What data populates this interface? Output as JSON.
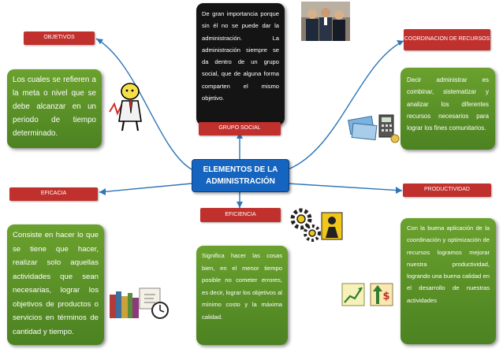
{
  "center": {
    "title": "ELEMENTOS DE LA\nADMINISTRACIÓN"
  },
  "branches": {
    "objetivos": {
      "label": "OBJETIVOS",
      "text": "Los cuales se refieren a la meta o nivel que se debe alcanzar en un periodo de tiempo determinado."
    },
    "eficacia": {
      "label": "EFICACIA",
      "text": "Consiste en hacer lo que se tiene que hacer, realizar solo aquellas actividades que sean necesarias, lograr los objetivos de productos o servicios en términos de cantidad y tiempo."
    },
    "grupo_social": {
      "label": "GRUPO SOCIAL",
      "text": "De gran importancia porque sin él no se puede dar la administración. La administración siempre se da dentro de un grupo social, que de alguna forma comparten el mismo objetivo."
    },
    "eficiencia": {
      "label": "EFICIENCIA",
      "text": "Significa hacer las cosas bien, en el menor tiempo posible no cometer errores, es decir, lograr los objetivos al mínimo costo y la máxima calidad."
    },
    "coordinacion": {
      "label": "COORDINACION DE RECURSOS",
      "text": "Decir administrar es combinar, sistematizar y analizar los diferentes recursos necesarios para lograr los fines comunitarios."
    },
    "productividad": {
      "label": "PRODUCTIVIDAD",
      "text": "Con la buena aplicación de la coordinación y optimización de recursos logramos mejorar nuestra productividad, logrando una buena calidad en el desarrollo de nuestras actividades"
    }
  },
  "colors": {
    "label_red": "#c0302d",
    "center_blue": "#1565c0",
    "box_green": "#5a9327",
    "box_dark": "#141414",
    "connector": "#2e75b6"
  },
  "illustrations": [
    "businessman-clipart",
    "business-meeting-photo",
    "money-calculator-clipart",
    "gears-worker-clipart",
    "books-clock-clipart",
    "growth-chart-clipart"
  ]
}
